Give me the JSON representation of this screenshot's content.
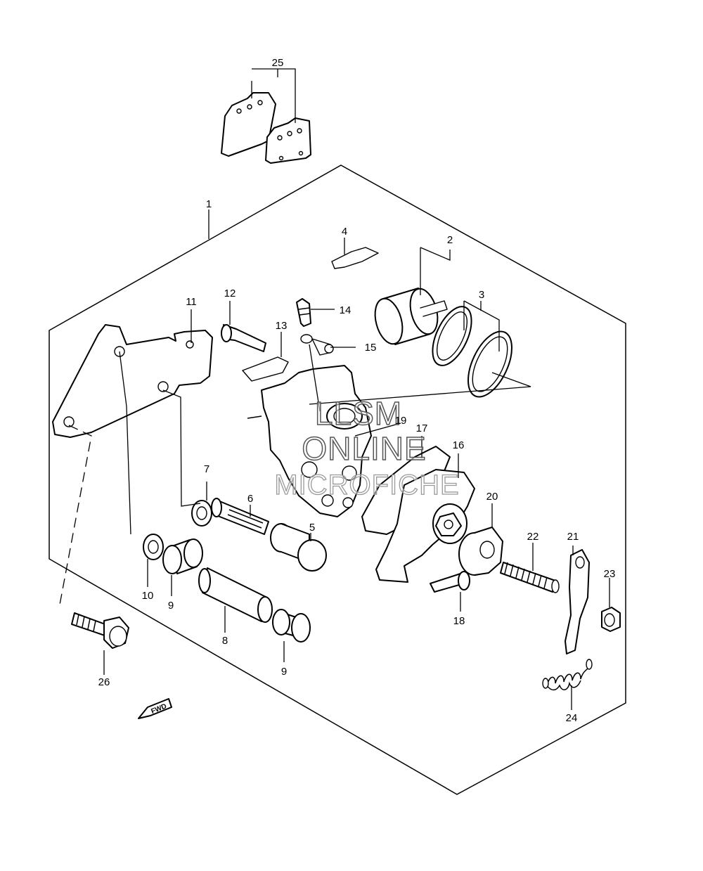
{
  "diagram": {
    "labels": [
      "1",
      "2",
      "3",
      "4",
      "5",
      "6",
      "7",
      "8",
      "9",
      "9",
      "10",
      "11",
      "12",
      "13",
      "14",
      "15",
      "16",
      "17",
      "18",
      "19",
      "20",
      "21",
      "22",
      "23",
      "24",
      "25",
      "26"
    ],
    "watermark": {
      "line1": "LLSM",
      "line2": "ONLINE",
      "line3": "MICROFICHE"
    },
    "fwd": "FWD"
  }
}
